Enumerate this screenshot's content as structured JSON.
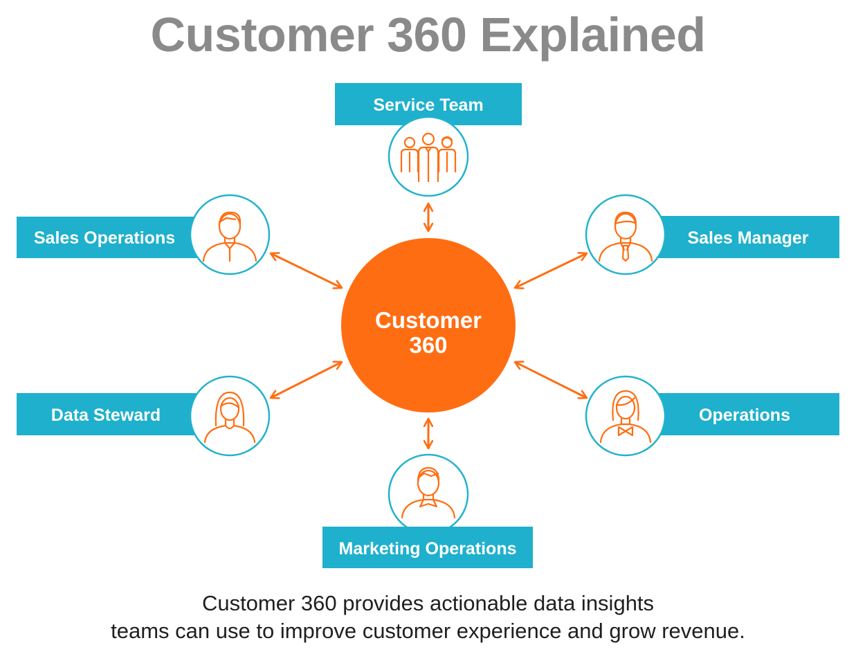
{
  "title": "Customer 360 Explained",
  "center": {
    "line1": "Customer",
    "line2": "360"
  },
  "roles": {
    "service_team": "Service Team",
    "sales_operations": "Sales Operations",
    "sales_manager": "Sales Manager",
    "data_steward": "Data Steward",
    "operations": "Operations",
    "marketing_operations": "Marketing Operations"
  },
  "caption": {
    "line1": "Customer 360 provides actionable data insights",
    "line2": "teams can use to improve customer experience and grow revenue."
  },
  "icons": {
    "service_team": "team-group-icon",
    "sales_operations": "man-icon",
    "sales_manager": "businessman-tie-icon",
    "data_steward": "woman-icon",
    "operations": "woman-bowtie-icon",
    "marketing_operations": "man-collar-icon"
  },
  "colors": {
    "title": "#8a8a8a",
    "accent_orange": "#ff6d12",
    "box_teal": "#1eb0cc",
    "circle_ring": "#23b3cc",
    "caption": "#1f1f1f"
  }
}
